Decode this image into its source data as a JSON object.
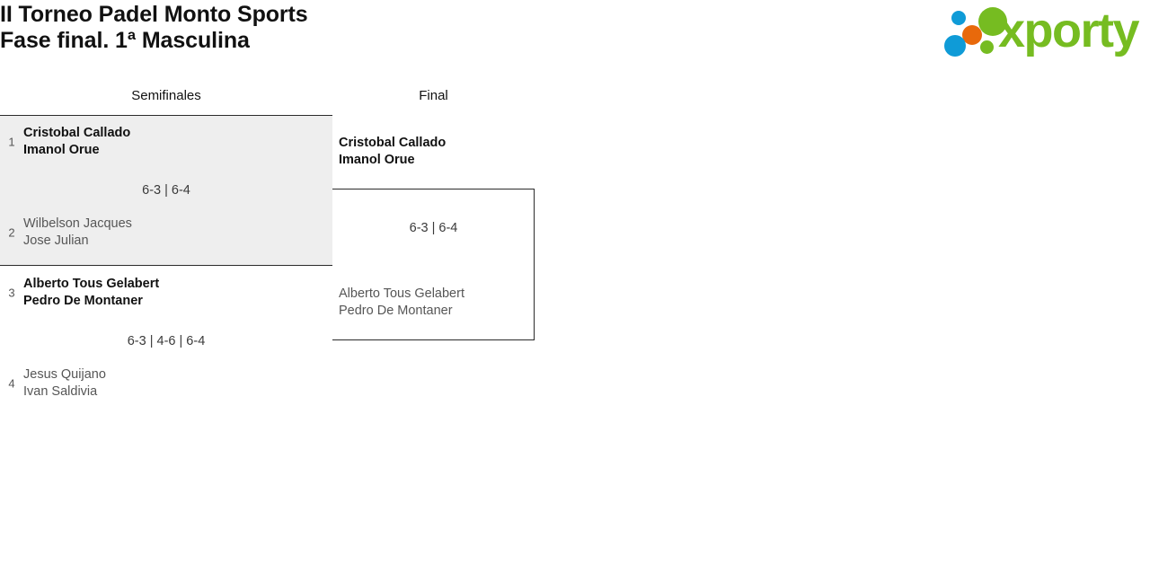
{
  "header": {
    "title_line1": "II Torneo Padel Monto Sports",
    "title_line2": "Fase final. 1ª Masculina",
    "logo_text": "xporty"
  },
  "rounds": [
    {
      "label": "Semifinales"
    },
    {
      "label": "Final"
    }
  ],
  "bracket": {
    "semifinals": [
      {
        "score": "6-3 | 6-4",
        "top": {
          "seed": "1",
          "player1": "Cristobal Callado",
          "player2": "Imanol Orue",
          "result": "winner"
        },
        "bottom": {
          "seed": "2",
          "player1": "Wilbelson Jacques",
          "player2": "Jose Julian",
          "result": "loser"
        }
      },
      {
        "score": "6-3 | 4-6 | 6-4",
        "top": {
          "seed": "3",
          "player1": "Alberto Tous Gelabert",
          "player2": "Pedro De Montaner",
          "result": "winner"
        },
        "bottom": {
          "seed": "4",
          "player1": "Jesus Quijano",
          "player2": "Ivan Saldivia",
          "result": "loser"
        }
      }
    ],
    "final": {
      "score": "6-3 | 6-4",
      "top": {
        "player1": "Cristobal Callado",
        "player2": "Imanol Orue",
        "result": "winner"
      },
      "bottom": {
        "player1": "Alberto Tous Gelabert",
        "player2": "Pedro De Montaner",
        "result": "loser"
      }
    }
  },
  "colors": {
    "logo_green": "#76bc21",
    "logo_blue": "#0f9bd7",
    "logo_orange": "#e8690b",
    "highlight_row": "#eeeeee",
    "border": "#2b2b2b"
  }
}
